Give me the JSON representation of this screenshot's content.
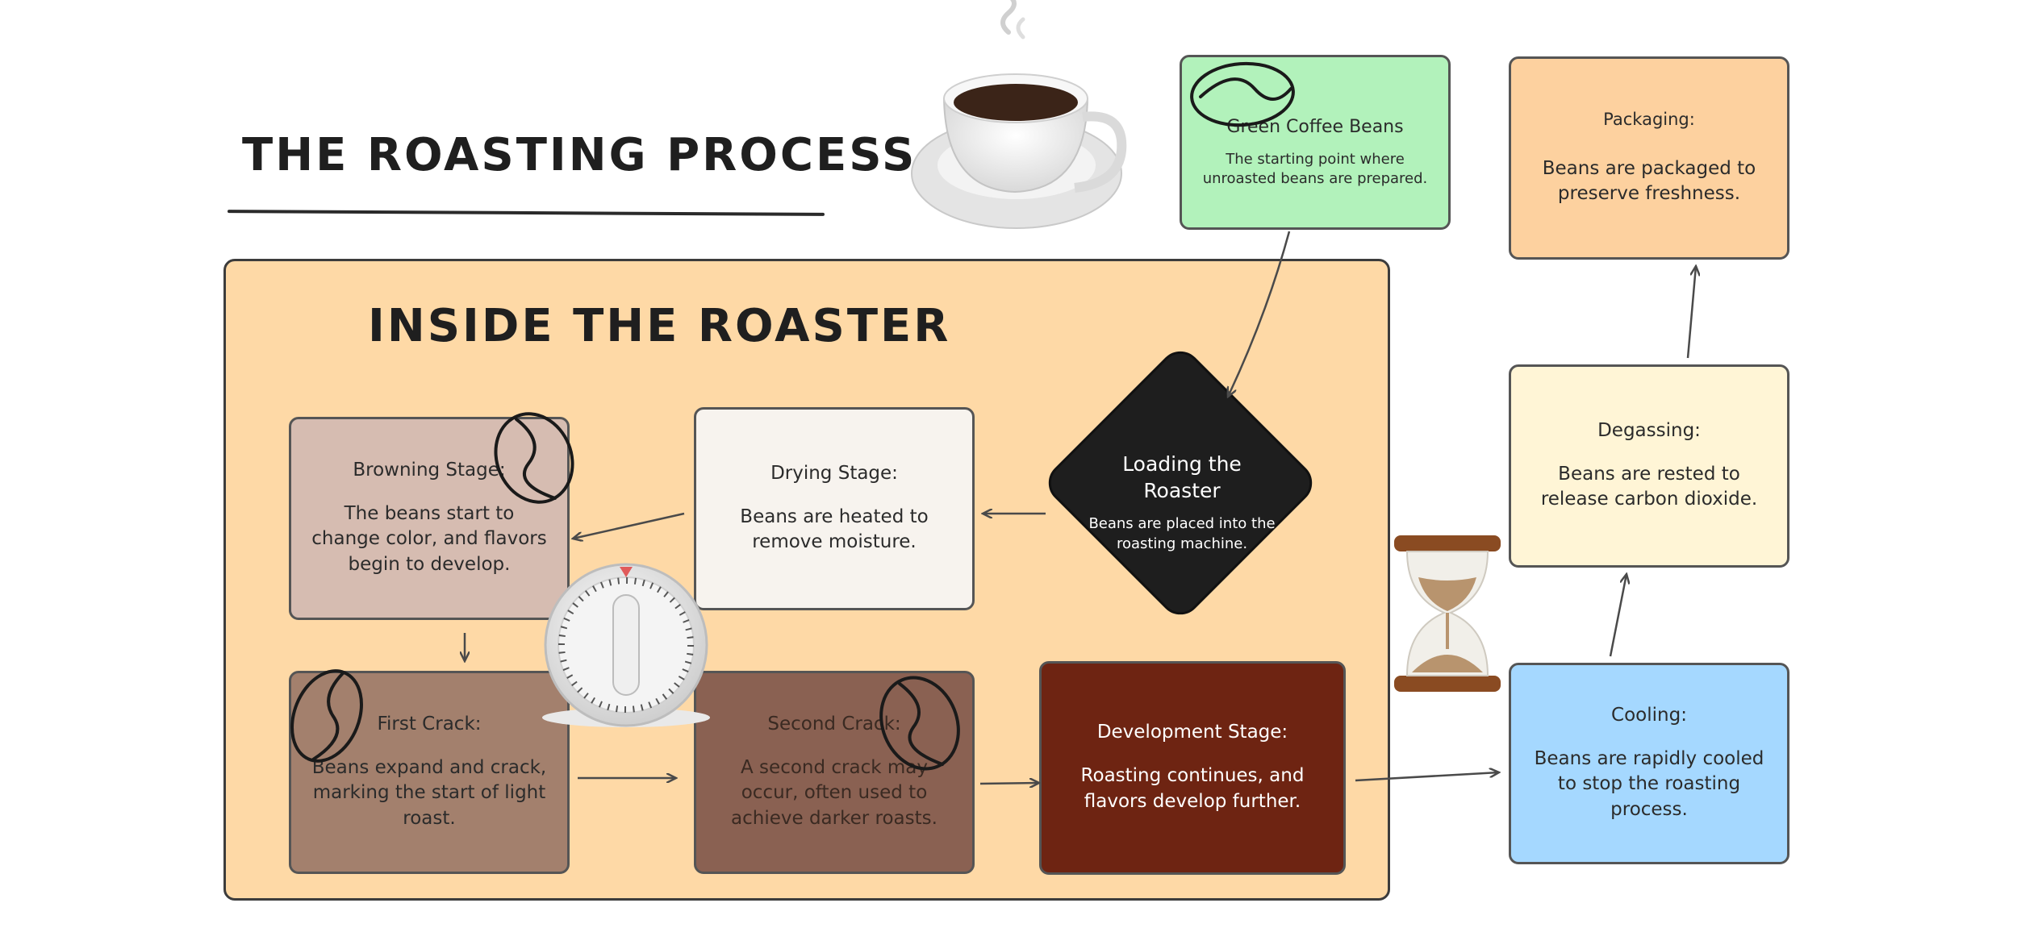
{
  "title": "THE ROASTING PROCESS",
  "roaster_title": "INSIDE THE ROASTER",
  "nodes": {
    "green_beans": {
      "title": "Green Coffee Beans",
      "desc": "The starting point where unroasted beans are prepared.",
      "color": "#b2f2bb"
    },
    "loading": {
      "title": "Loading the Roaster",
      "desc": "Beans are placed into the roasting machine.",
      "color": "#1e1e1e"
    },
    "drying": {
      "title": "Drying Stage:",
      "desc": "Beans are heated to remove moisture.",
      "color": "#f7f3ee"
    },
    "browning": {
      "title": "Browning Stage:",
      "desc": "The beans start to change color, and flavors begin to develop.",
      "color": "#d6bcb1"
    },
    "first_crack": {
      "title": "First Crack:",
      "desc": "Beans expand and crack, marking the start of light roast.",
      "color": "#a3806d"
    },
    "second_crack": {
      "title": "Second Crack:",
      "desc": "A second crack may occur, often used to achieve darker roasts.",
      "color": "#8a6152"
    },
    "development": {
      "title": "Development Stage:",
      "desc": "Roasting continues, and flavors develop further.",
      "color": "#6e2412"
    },
    "cooling": {
      "title": "Cooling:",
      "desc": "Beans are rapidly cooled to stop the roasting process.",
      "color": "#a5d8ff"
    },
    "degassing": {
      "title": "Degassing:",
      "desc": "Beans are rested to release carbon dioxide.",
      "color": "#fff5d6"
    },
    "packaging": {
      "title": "Packaging:",
      "desc": "Beans are packaged to preserve freshness.",
      "color": "#fdd19f"
    }
  },
  "roaster_color": "#fed9a6",
  "icons": [
    "coffee-cup-icon",
    "coffee-bean-icon",
    "kitchen-timer-icon",
    "hourglass-icon"
  ]
}
